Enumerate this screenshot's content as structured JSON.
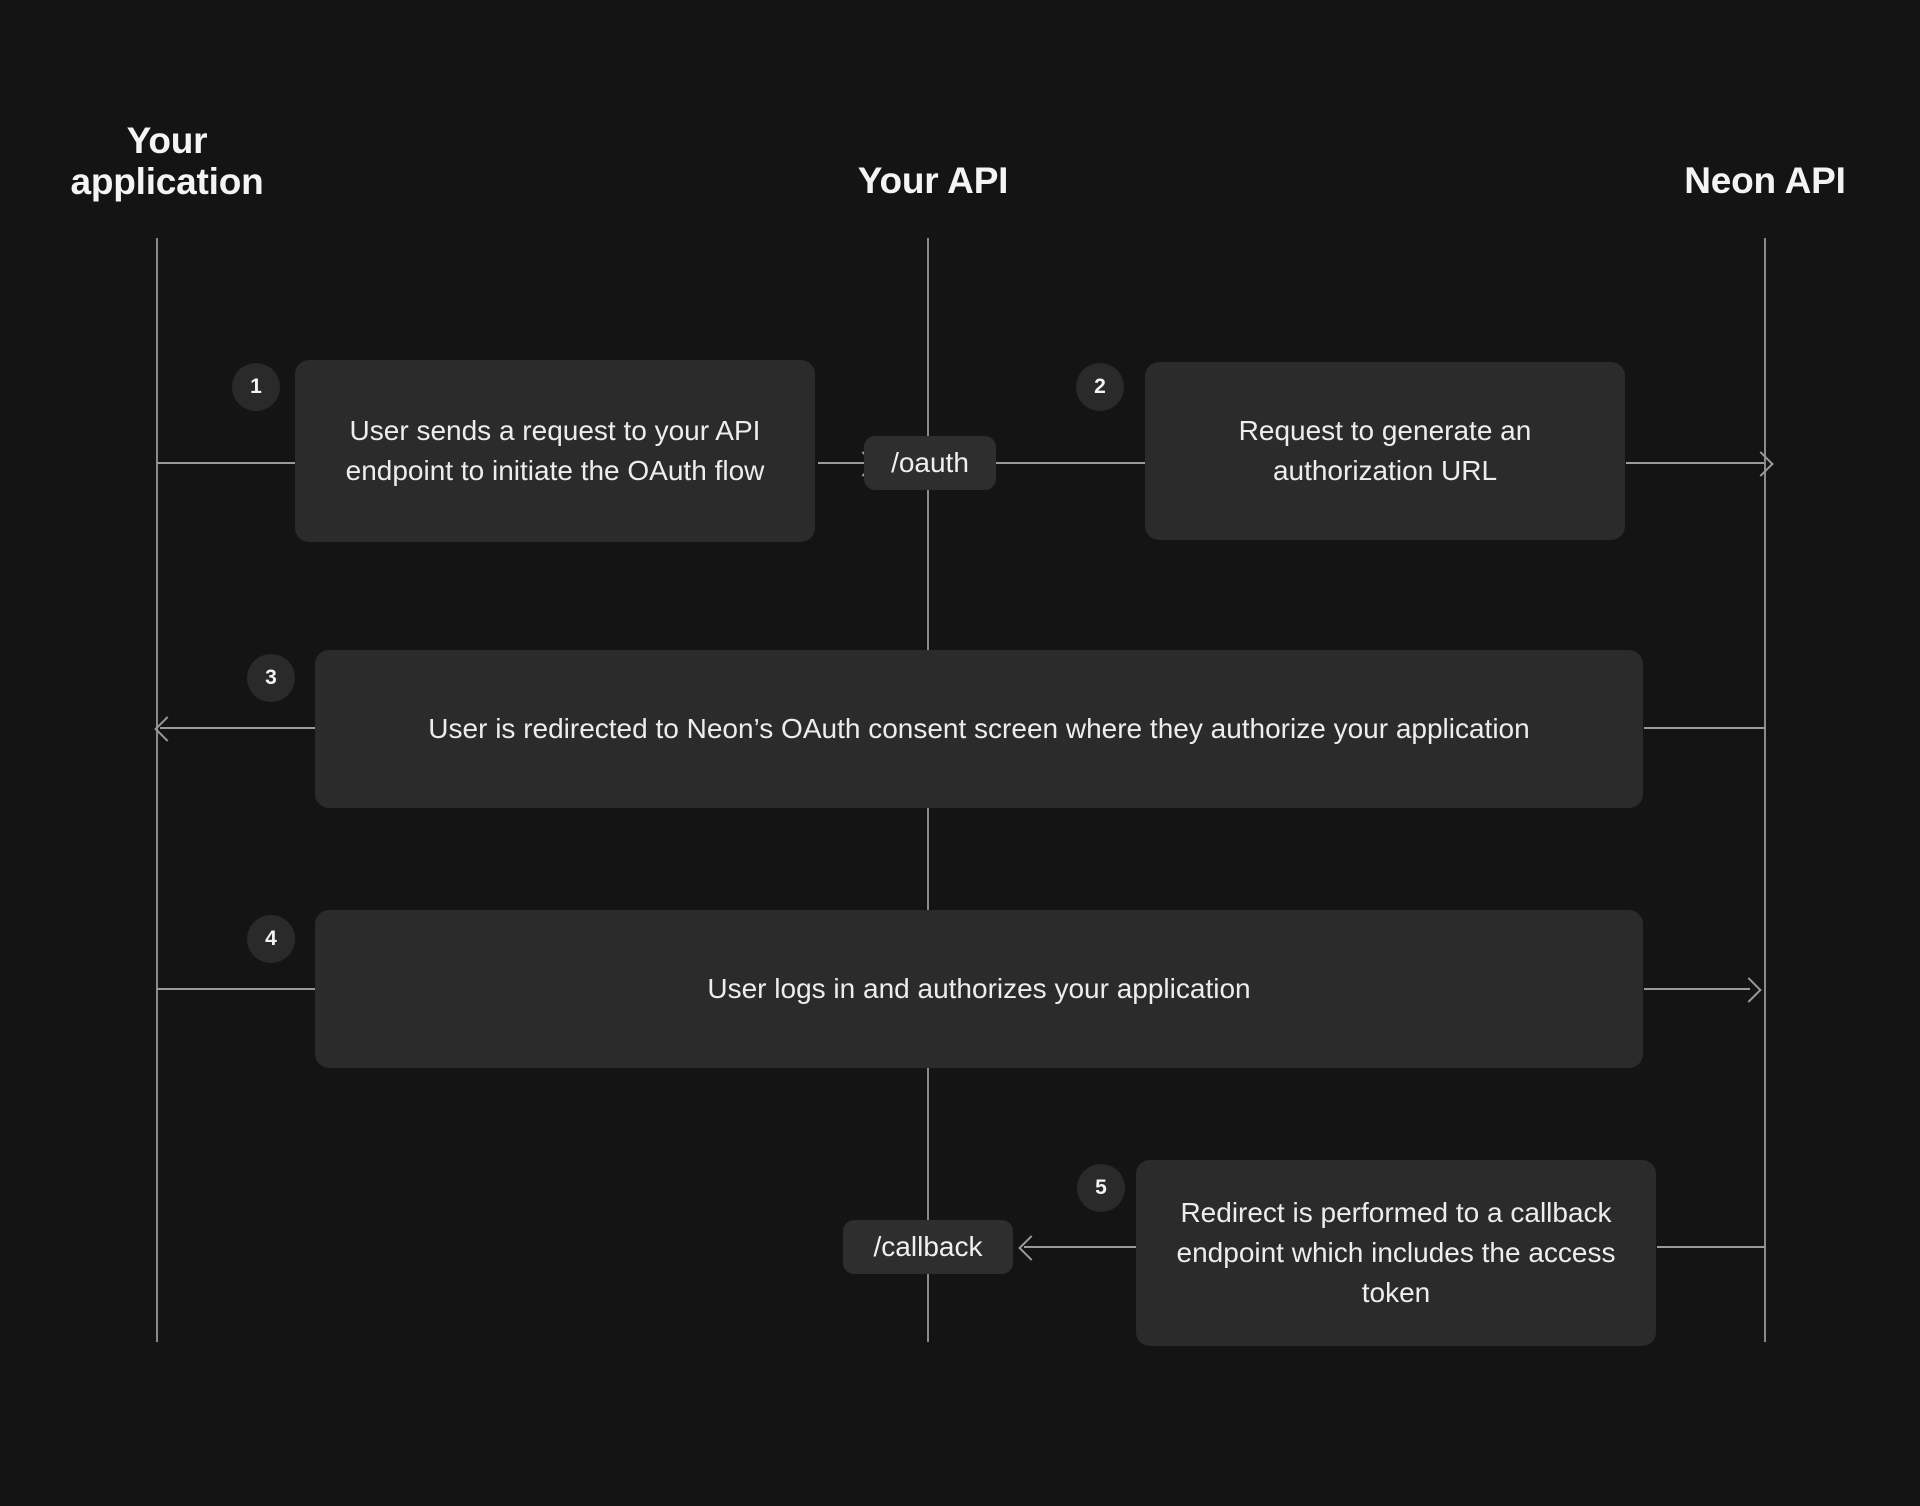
{
  "diagram": {
    "title_actors": [
      {
        "id": "your-application",
        "label": "Your\napplication"
      },
      {
        "id": "your-api",
        "label": "Your API"
      },
      {
        "id": "neon-api",
        "label": "Neon API"
      }
    ],
    "steps": [
      {
        "number": "1",
        "text": "User sends a request to your API endpoint to initiate the OAuth flow"
      },
      {
        "number": "2",
        "text": "Request to generate an authorization URL"
      },
      {
        "number": "3",
        "text": "User is redirected to Neon’s OAuth consent screen where they authorize your application"
      },
      {
        "number": "4",
        "text": "User logs in and authorizes your application"
      },
      {
        "number": "5",
        "text": "Redirect is performed to a callback endpoint which includes the access token"
      }
    ],
    "endpoints": [
      {
        "id": "oauth",
        "label": "/oauth"
      },
      {
        "id": "callback",
        "label": "/callback"
      }
    ],
    "colors": {
      "background": "#141414",
      "box_background": "#2b2b2b",
      "badge_background": "#2a2a2a",
      "pill_background": "#2e2e2e",
      "line": "#9a9a9a",
      "lifeline": "#8a8a8a",
      "text": "#eceded",
      "heading_text": "#f4f4f5"
    }
  }
}
